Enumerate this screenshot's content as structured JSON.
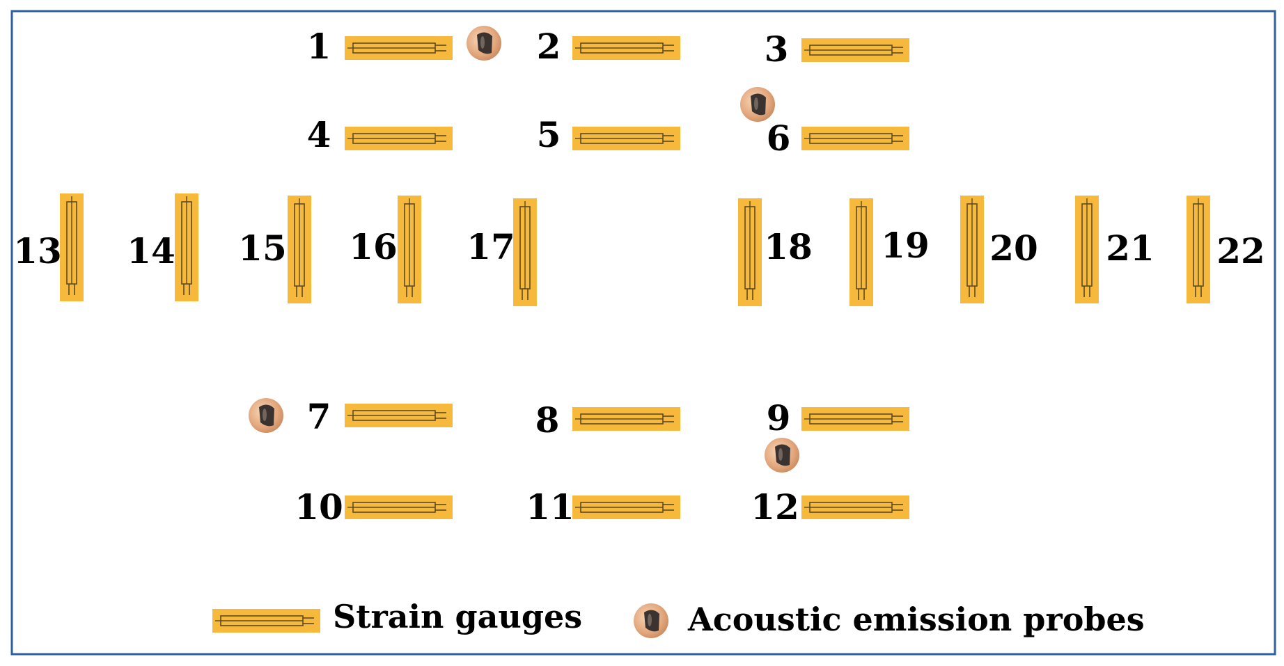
{
  "gauges_horizontal": [
    {
      "id": "1",
      "label": "1"
    },
    {
      "id": "2",
      "label": "2"
    },
    {
      "id": "3",
      "label": "3"
    },
    {
      "id": "4",
      "label": "4"
    },
    {
      "id": "5",
      "label": "5"
    },
    {
      "id": "6",
      "label": "6"
    },
    {
      "id": "7",
      "label": "7"
    },
    {
      "id": "8",
      "label": "8"
    },
    {
      "id": "9",
      "label": "9"
    },
    {
      "id": "10",
      "label": "10"
    },
    {
      "id": "11",
      "label": "11"
    },
    {
      "id": "12",
      "label": "12"
    }
  ],
  "gauges_vertical": [
    {
      "id": "13",
      "label": "13"
    },
    {
      "id": "14",
      "label": "14"
    },
    {
      "id": "15",
      "label": "15"
    },
    {
      "id": "16",
      "label": "16"
    },
    {
      "id": "17",
      "label": "17"
    },
    {
      "id": "18",
      "label": "18"
    },
    {
      "id": "19",
      "label": "19"
    },
    {
      "id": "20",
      "label": "20"
    },
    {
      "id": "21",
      "label": "21"
    },
    {
      "id": "22",
      "label": "22"
    }
  ],
  "probes_count": 4,
  "legend": {
    "strain_label": "Strain gauges",
    "probe_label": "Acoustic emission probes"
  },
  "colors": {
    "border": "#2e5f9e",
    "gauge_fill": "#f6b93b",
    "gauge_line": "#5a4a2a",
    "probe_fill": "#e8b48a",
    "probe_dark": "#3a3330"
  }
}
